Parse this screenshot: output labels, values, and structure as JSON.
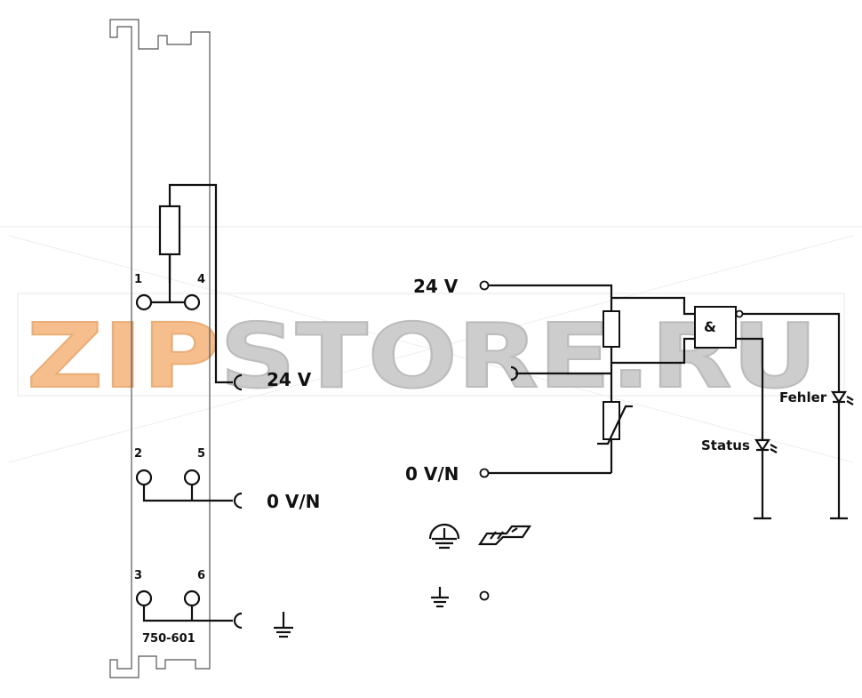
{
  "module": {
    "part_number": "750-601",
    "terminals": [
      "1",
      "2",
      "3",
      "4",
      "5",
      "6"
    ],
    "left_labels": {
      "supply": "24 V",
      "neutral": "0 V/N"
    }
  },
  "schematic": {
    "supply_label": "24 V",
    "neutral_label": "0 V/N",
    "gate_label": "&",
    "led_error": "Fehler",
    "led_status": "Status"
  },
  "watermark": {
    "prefix": "ZIP",
    "suffix": "STORE.RU",
    "prefix_color": "#f5b880",
    "suffix_color": "#c8c8c8"
  },
  "colors": {
    "line": "#111111",
    "frame": "#555555"
  },
  "icons": [
    "fuse-icon",
    "varistor-icon",
    "and-gate-icon",
    "led-icon",
    "ground-icon",
    "protective-earth-icon",
    "din-rail-icon"
  ]
}
